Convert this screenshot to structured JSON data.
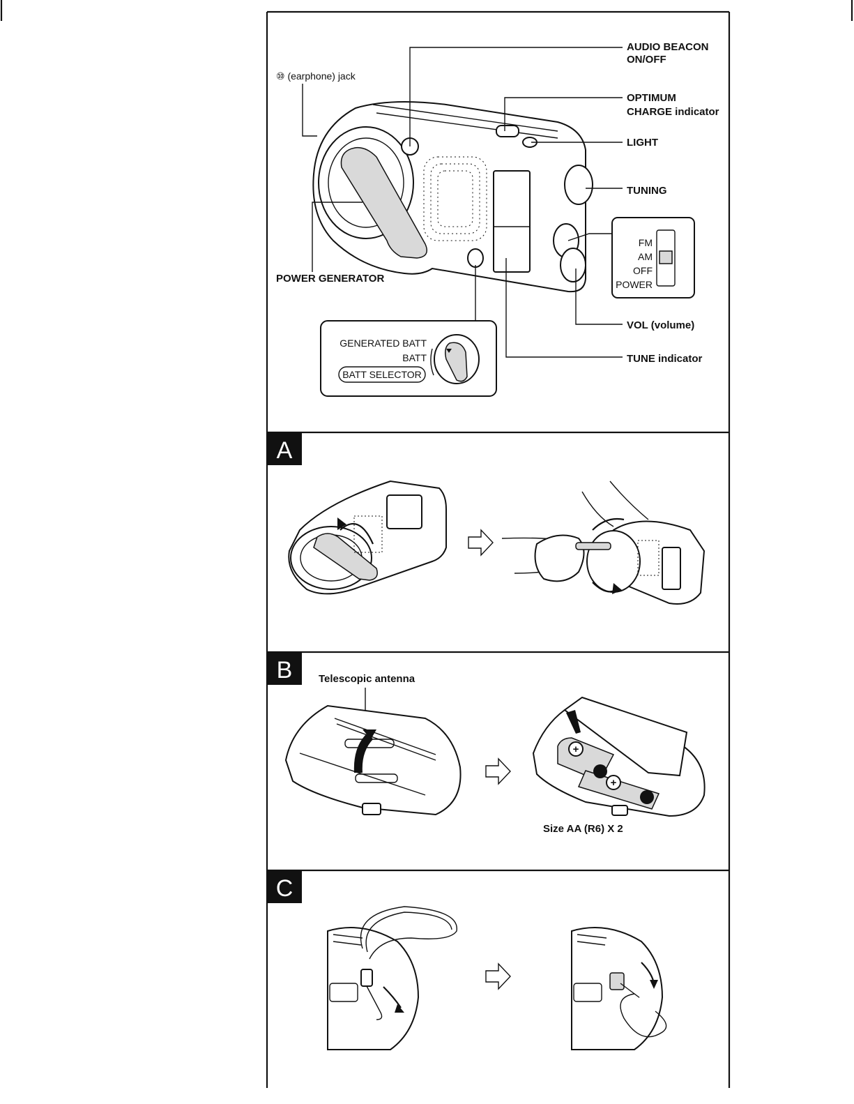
{
  "labels": {
    "earphone_jack": "⑩ (earphone) jack",
    "audio_beacon_1": "AUDIO BEACON",
    "audio_beacon_2": "ON/OFF",
    "optimum_1": "OPTIMUM",
    "optimum_2": "CHARGE indicator",
    "light": "LIGHT",
    "tuning": "TUNING",
    "power_generator": "POWER GENERATOR",
    "vol": "VOL (volume)",
    "tune_indicator": "TUNE indicator"
  },
  "band_switch": {
    "fm": "FM",
    "am": "AM",
    "off": "OFF",
    "power": "POWER"
  },
  "batt_selector": {
    "generated_batt": "GENERATED BATT",
    "batt": "BATT",
    "name": "BATT SELECTOR"
  },
  "sections": {
    "a": {
      "letter": "A"
    },
    "b": {
      "letter": "B",
      "antenna": "Telescopic antenna",
      "battery_size": "Size AA (R6) X 2"
    },
    "c": {
      "letter": "C"
    }
  },
  "colors": {
    "ink": "#111111",
    "paper": "#ffffff",
    "label_bg": "#111111"
  }
}
